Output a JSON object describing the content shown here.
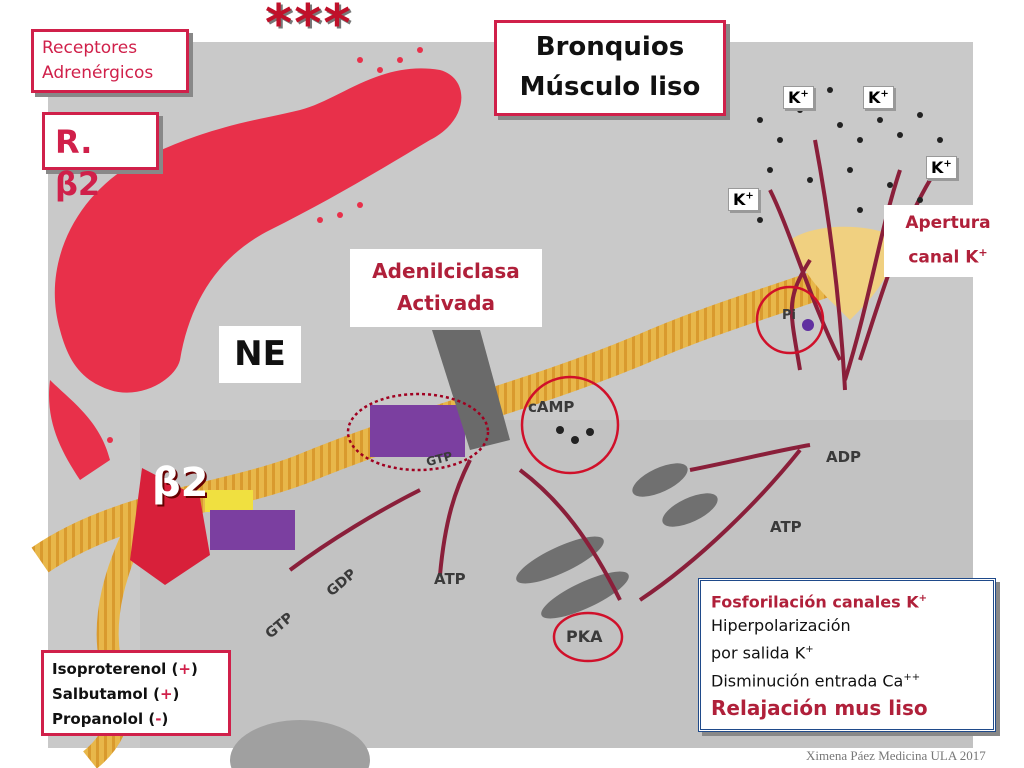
{
  "title_stars": "***",
  "receptores_box": {
    "line1": "Receptores",
    "line2": "Adrenérgicos"
  },
  "receptor_box": {
    "prefix": "R. ",
    "beta": "β",
    "num": "2"
  },
  "bronquios_box": {
    "line1": "Bronquios",
    "line2": "Músculo liso"
  },
  "ne_label": "NE",
  "beta2_label": {
    "beta": "β",
    "num": "2"
  },
  "adenil_box": {
    "line1": "Adenilciclasa",
    "line2": "Activada"
  },
  "apertura_box": {
    "line1": "Apertura",
    "line2": "canal K",
    "sup": "+"
  },
  "k_labels": [
    {
      "base": "K",
      "sup": "+"
    },
    {
      "base": "K",
      "sup": "+"
    },
    {
      "base": "K",
      "sup": "+"
    },
    {
      "base": "K",
      "sup": "+"
    }
  ],
  "image_labels": {
    "camp": "cAMP",
    "pi": "Pi",
    "adp": "ADP",
    "atp_right": "ATP",
    "atp_center": "ATP",
    "gtp_top": "GTP",
    "gdp": "GDP",
    "gtp_bottom": "GTP",
    "pka": "PKA"
  },
  "drugs_box": {
    "items": [
      {
        "name": "Isoproterenol",
        "open": " (",
        "sign": "+",
        "close": ")"
      },
      {
        "name": "Salbutamol",
        "open": " (",
        "sign": "+",
        "close": ")"
      },
      {
        "name": "Propanolol",
        "open": " (",
        "sign": "-",
        "close": ")"
      }
    ]
  },
  "fosfo_box": {
    "line1": "Fosforilación canales K",
    "line1_sup": "+",
    "line2": "Hiperpolarización",
    "line3": "por salida K",
    "line3_sup": "+",
    "line4": "Disminución entrada Ca",
    "line4_sup": "++",
    "line5": "Relajación mus liso"
  },
  "credit": "Ximena Páez Medicina ULA 2017",
  "colors": {
    "red_accent": "#d0204a",
    "stars": "#c0102a",
    "fosfo_title": "#b0203a",
    "blue_border": "#1f4a8a",
    "membrane": "#e8b74a",
    "neuron": "#e8304a",
    "background_cell": "#c8c8c8",
    "arrow": "#8a1f3a",
    "gprotein": "#7b3fa0"
  }
}
